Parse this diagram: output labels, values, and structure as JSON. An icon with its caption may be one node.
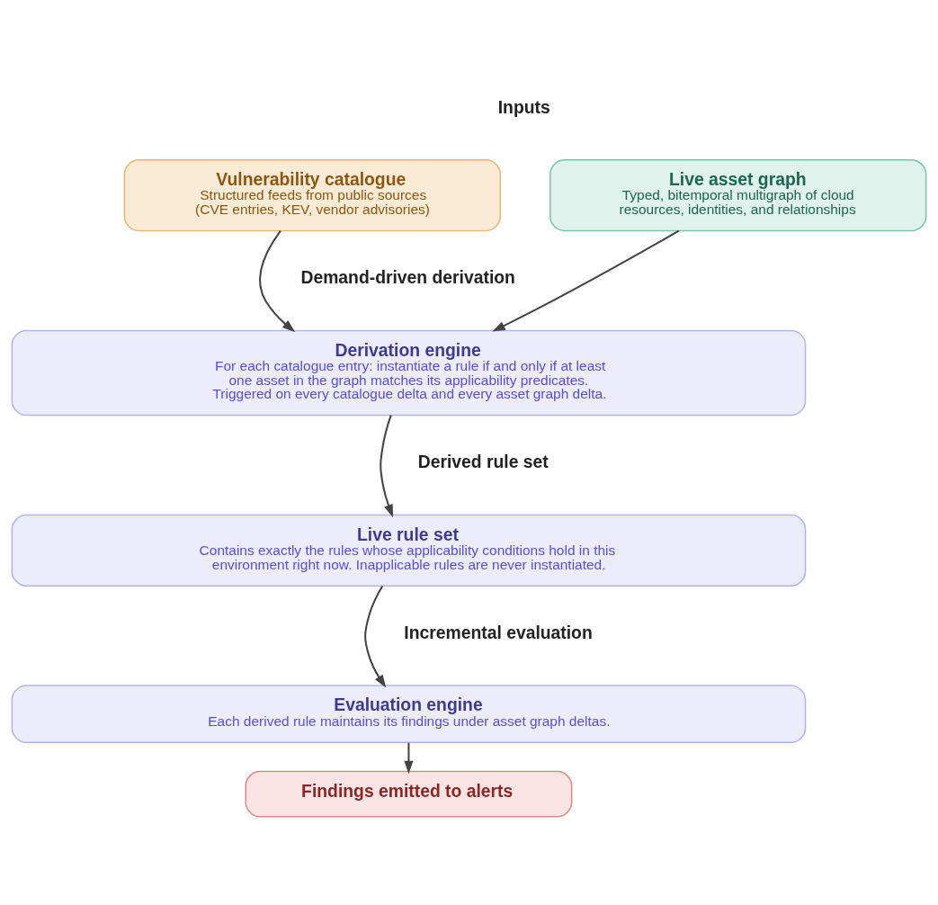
{
  "diagram": {
    "nodes": [
      {
        "text": [
          "Vulnerability catalogue",
          "Structured feeds from public sources (CVE entries, KEV, vendor advisories)"
        ]
      },
      {
        "text": [
          "Live asset graph",
          "Typed, bitemporal multigraph of cloud resources, identities, and relationships"
        ]
      },
      {
        "text": [
          "Derivation engine",
          "For each catalogue entry: instantiate a rule if and only if at least one asset in the graph matches its applicability predicates.",
          "Triggered on every catalogue delta and every asset graph delta."
        ]
      },
      {
        "text": [
          "Live rule set",
          "Contains exactly the rules whose applicability conditions hold in this environment right now. Inapplicable rules are never instantiated."
        ]
      },
      {
        "text": [
          "Evaluation engine",
          "Each derived rule maintains its findings under asset graph deltas."
        ]
      },
      {
        "text": [
          "Findings emitted to alerts"
        ]
      }
    ],
    "edges": [
      {
        "from": 0,
        "to": 2,
        "arrow": "to"
      },
      {
        "from": 1,
        "to": 2,
        "arrow": "to"
      },
      {
        "from": 2,
        "to": 3,
        "arrow": "to"
      },
      {
        "from": 3,
        "to": 4,
        "arrow": "to"
      },
      {
        "from": 4,
        "to": 5,
        "arrow": "to"
      }
    ],
    "labels": [
      "Inputs",
      "Demand-driven derivation",
      "Derived rule set",
      "Incremental evaluation"
    ]
  }
}
